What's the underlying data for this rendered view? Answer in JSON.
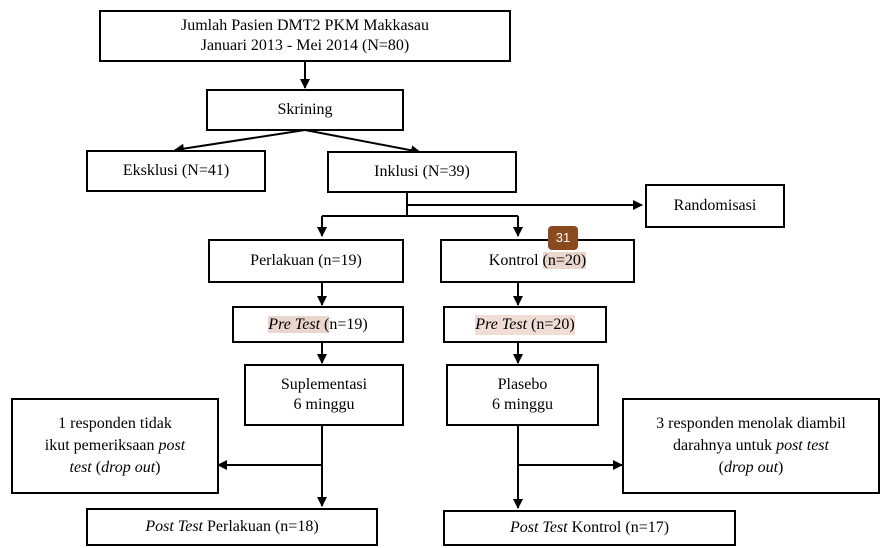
{
  "boxes": {
    "source": {
      "line1": "Jumlah Pasien DMT2 PKM Makkasau",
      "line2": "Januari 2013 -  Mei 2014 (N=80)"
    },
    "screening": "Skrining",
    "exclusion": "Eksklusi (N=41)",
    "inclusion": "Inklusi (N=39)",
    "randomization": "Randomisasi",
    "treatment": "Perlakuan (n=19)",
    "control": {
      "label": "Kontrol ",
      "n": "(n=20)"
    },
    "pretest_treatment": {
      "italic": "Pre Test",
      "sep": " (",
      "rest": "n=19)"
    },
    "pretest_control": {
      "italic": "Pre Test",
      "rest": " (n=20)"
    },
    "supplementation": {
      "line1": "Suplementasi",
      "line2": "6 minggu"
    },
    "placebo": {
      "line1": "Plasebo",
      "line2": "6 minggu"
    },
    "dropout_left": {
      "line1": "1 responden tidak",
      "line2a": "ikut pemeriksaan ",
      "line2b": "post",
      "line3a": "test",
      "line3b": " (",
      "line3c": "drop out",
      "line3d": ")"
    },
    "dropout_right": {
      "line1": "3 responden menolak  diambil",
      "line2a": "darahnya untuk ",
      "line2b": "post test",
      "line3a": "(",
      "line3b": "drop out",
      "line3c": ")"
    },
    "posttest_treatment": {
      "italic": "Post Test",
      "rest": " Perlakuan (n=18)"
    },
    "posttest_control": {
      "italic": "Post Test",
      "rest": " Kontrol (n=17)"
    }
  },
  "badge": "31",
  "colors": {
    "highlight": "#e9d6cc",
    "badge": "#8a4a1e"
  }
}
